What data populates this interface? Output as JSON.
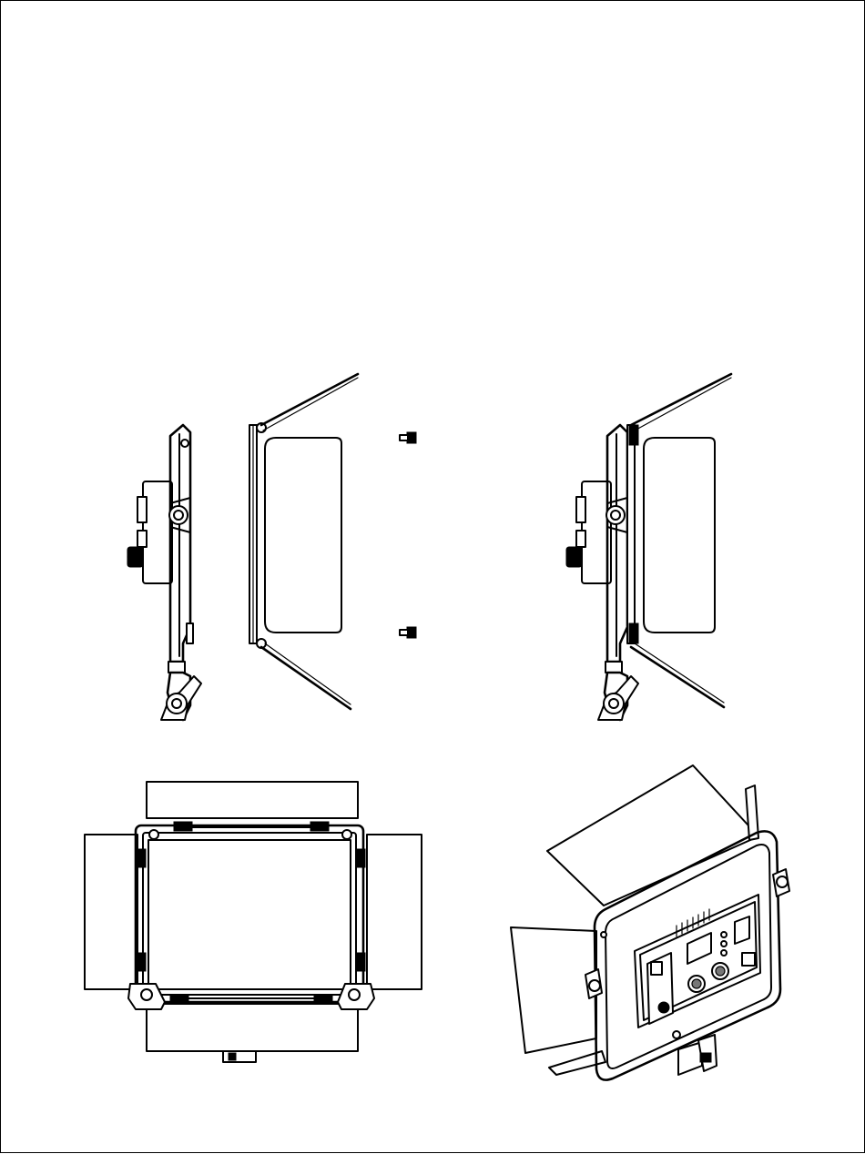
{
  "figure": {
    "views": [
      "side-view-light-panel",
      "side-view-barn-door",
      "mounting-screws",
      "side-view-assembled",
      "front-view-with-barn-doors",
      "rear-perspective-view"
    ]
  },
  "colors": {
    "line": "#000000",
    "paper": "#ffffff"
  }
}
